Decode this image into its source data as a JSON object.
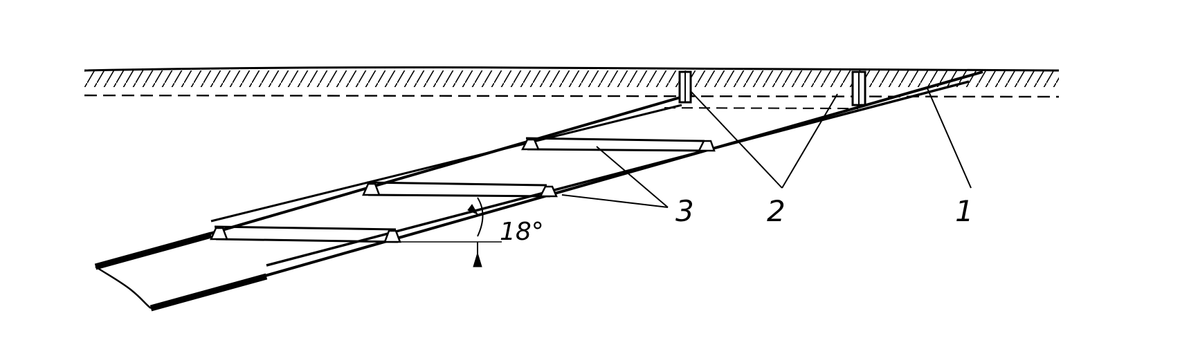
{
  "labels": {
    "angle": "18°",
    "callout_3": "3",
    "callout_2": "2",
    "callout_1": "1"
  },
  "colors": {
    "ink": "#000000",
    "paper": "#ffffff"
  }
}
